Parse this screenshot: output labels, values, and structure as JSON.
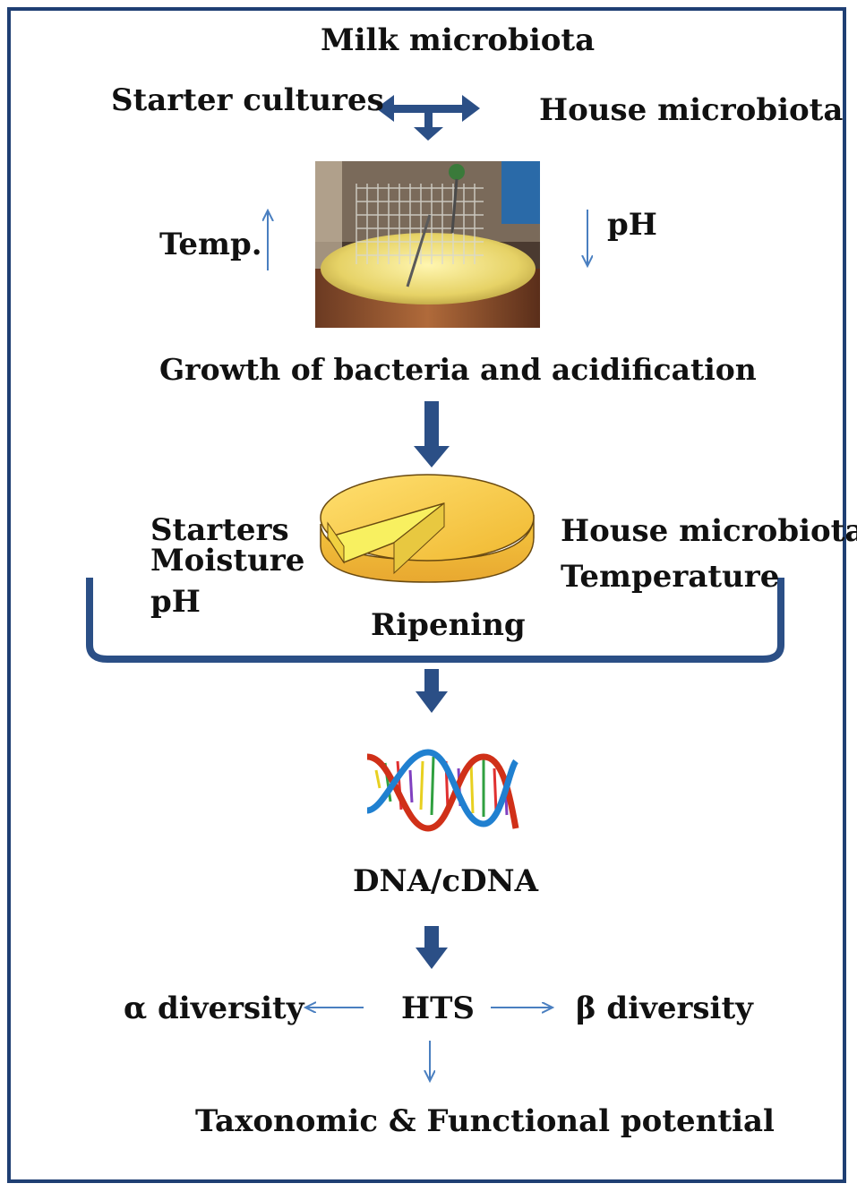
{
  "labels": {
    "milk_microbiota": "Milk microbiota",
    "starter_cultures": "Starter cultures",
    "house_microbiota_top": "House microbiota",
    "temp": "Temp.",
    "ph_top": "pH",
    "growth": "Growth of  bacteria and  acidification",
    "starters": "Starters",
    "moisture": "Moisture",
    "ph_left": "pH",
    "house_microbiota_right": "House microbiota",
    "temperature": "Temperature",
    "ripening": "Ripening",
    "dna": "DNA/cDNA",
    "alpha": "α diversity",
    "hts": "HTS",
    "beta": "β diversity",
    "taxonomic": "Taxonomic & Functional  potential"
  },
  "colors": {
    "frame": "#1f3f73",
    "thick_arrow": "#2b4f86",
    "thin_arrow": "#4a7fc0",
    "cheese": "#f2c340",
    "cheese_cut": "#f8f060",
    "vat_liquid": "#e8d070"
  },
  "icons": {
    "vat_image": "cheese-vat-photo",
    "cheese_image": "cheese-wheel",
    "dna_image": "dna-helix"
  }
}
